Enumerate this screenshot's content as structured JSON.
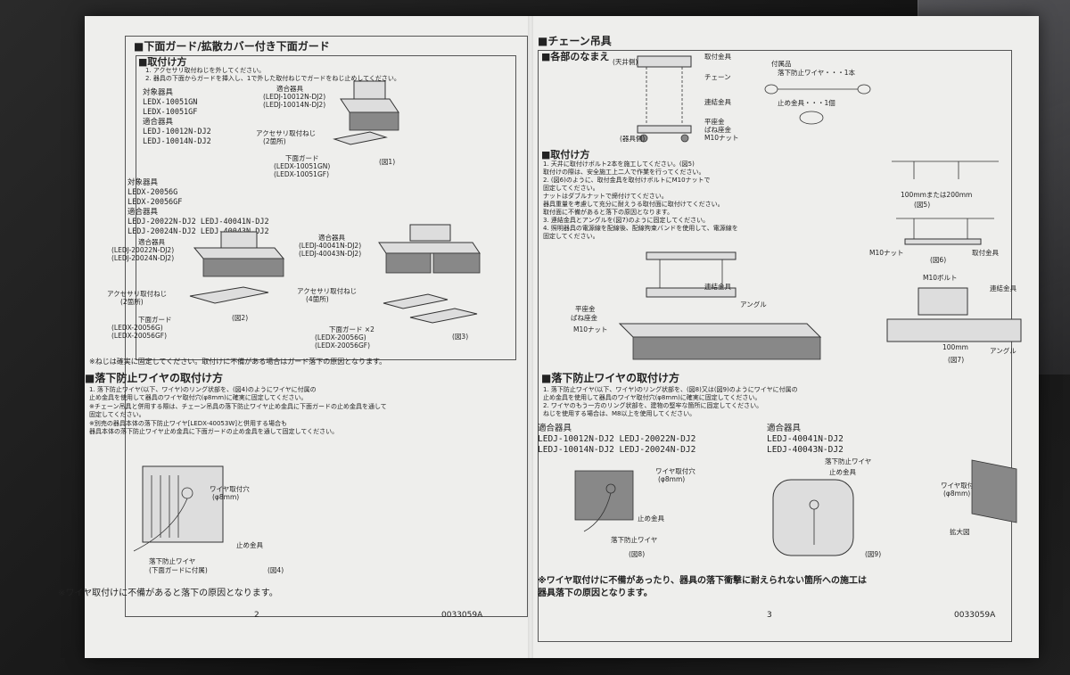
{
  "left": {
    "title": "■下面ガード/拡散カバー付き下面ガード",
    "install_heading": "■取付け方",
    "install_steps": [
      "1. アクセサリ取付ねじを外してください。",
      "2. 器具の下面からガードを挿入し、1で外した取付ねじでガードをねじ止めしてください。"
    ],
    "g1": {
      "target_label": "対象器具",
      "targets": [
        "LEDX-10051GN",
        "LEDX-10051GF"
      ],
      "compat_label": "適合器具",
      "compats": [
        "LEDJ-10012N-DJ2",
        "LEDJ-10014N-DJ2"
      ],
      "callout_compat": [
        "適合器具",
        "(LEDJ-10012N-DJ2)",
        "(LEDJ-10014N-DJ2)"
      ],
      "callout_screw": [
        "アクセサリ取付ねじ",
        "(2箇所)"
      ],
      "callout_guard": [
        "下面ガード",
        "(LEDX-10051GN)",
        "(LEDX-10051GF)"
      ],
      "fig": "(図1)"
    },
    "g2": {
      "target_label": "対象器具",
      "targets": [
        "LEDX-20056G",
        "LEDX-20056GF"
      ],
      "compat_label": "適合器具",
      "compats_row1": "LEDJ-20022N-DJ2  LEDJ-40041N-DJ2",
      "compats_row2": "LEDJ-20024N-DJ2  LEDJ-40043N-DJ2",
      "callout_compat_a": [
        "適合器具",
        "(LEDJ-20022N-DJ2)",
        "(LEDJ-20024N-DJ2)"
      ],
      "callout_compat_b": [
        "適合器具",
        "(LEDJ-40041N-DJ2)",
        "(LEDJ-40043N-DJ2)"
      ],
      "callout_screw_a": [
        "アクセサリ取付ねじ",
        "(2箇所)"
      ],
      "callout_screw_b": [
        "アクセサリ取付ねじ",
        "(4箇所)"
      ],
      "callout_guard_a": [
        "下面ガード",
        "(LEDX-20056G)",
        "(LEDX-20056GF)"
      ],
      "callout_guard_b": [
        "下面ガード  ×2",
        "(LEDX-20056G)",
        "(LEDX-20056GF)"
      ],
      "fig2": "(図2)",
      "fig3": "(図3)"
    },
    "warn1": "※ねじは確実に固定してください。取付けに不備がある場合はガード落下の原因となります。",
    "wire_title": "■落下防止ワイヤの取付け方",
    "wire_steps": [
      "1. 落下防止ワイヤ(以下、ワイヤ)のリング状部を、(図4)のようにワイヤに付属の",
      "   止め金具を使用して器具のワイヤ取付穴(φ8mm)に確実に固定してください。",
      "※チェーン吊具と併用する際は、チェーン吊具の落下防止ワイヤ止め金具に下面ガードの止め金具を通して",
      "   固定してください。",
      "※別売の器具本体の落下防止ワイヤ[LEDX-40053W]と併用する場合も",
      "   器具本体の落下防止ワイヤ止め金具に下面ガードの止め金具を通して固定してください。"
    ],
    "fig4": {
      "hole": [
        "ワイヤ取付穴",
        "(φ8mm)"
      ],
      "clip": "止め金具",
      "wire": [
        "落下防止ワイヤ",
        "(下面ガードに付属)"
      ],
      "fig": "(図4)"
    },
    "warn2": "※ワイヤ取付けに不備があると落下の原因となります。",
    "page_no": "2",
    "doc_no": "0033059A"
  },
  "right": {
    "title": "■チェーン吊具",
    "parts_heading": "■各部のなまえ",
    "parts_labels": {
      "ceiling": "(天井側)",
      "fixture": "(器具側)",
      "bracket": "取付金具",
      "chain": "チェーン",
      "connector": "連結金具",
      "washer": "平座金",
      "spring": "ばね座金",
      "nut": "M10ナット",
      "accessories": "付属品",
      "wire_acc": "落下防止ワイヤ・・・1本",
      "clip_acc": "止め金具・・・1個"
    },
    "install_heading": "■取付け方",
    "install_steps": [
      "1. 天井に取付けボルト2本を施工してください。(図5)",
      "   取付けの際は、安全施工上二人で作業を行ってください。",
      "2. (図6)のように、取付金具を取付けボルトにM10ナットで",
      "   固定してください。",
      "   ナットはダブルナットで締付けてください。",
      "   器具重量を考慮して充分に耐えうる取付面に取付けてください。",
      "   取付面に不備があると落下の原因となります。",
      "3. 連結金具とアングルを(図7)のように固定してください。",
      "4. 照明器具の電源線を配線後、配線拘束バンドを使用して、電源線を",
      "   固定してください。"
    ],
    "fig5": {
      "dim": "100mmまたは200mm",
      "fig": "(図5)"
    },
    "fig6": {
      "nut": "M10ナット",
      "bracket": "取付金具",
      "fig": "(図6)"
    },
    "mid_labels": {
      "connector": "連結金具",
      "washer": "平座金",
      "spring": "ばね座金",
      "nut": "M10ナット",
      "angle": "アングル"
    },
    "fig7": {
      "bolt": "M10ボルト",
      "connector": "連結金具",
      "dim": "100mm",
      "angle": "アングル",
      "fig": "(図7)"
    },
    "wire_title": "■落下防止ワイヤの取付け方",
    "wire_steps": [
      "1. 落下防止ワイヤ(以下、ワイヤ)のリング状部を、(図8)又は(図9)のようにワイヤに付属の",
      "   止め金具を使用して器具のワイヤ取付穴(φ8mm)に確実に固定してください。",
      "2. ワイヤのもう一方のリング状部を、建物の堅牢な箇所に固定してください。",
      "   ねじを使用する場合は、M8以上を使用してください。"
    ],
    "compat_label": "適合器具",
    "compat_rows": [
      "LEDJ-10012N-DJ2  LEDJ-20022N-DJ2",
      "LEDJ-10014N-DJ2  LEDJ-20024N-DJ2"
    ],
    "compat_label2": "適合器具",
    "compat_rows2": [
      "LEDJ-40041N-DJ2",
      "LEDJ-40043N-DJ2"
    ],
    "fig8": {
      "hole": [
        "ワイヤ取付穴",
        "(φ8mm)"
      ],
      "clip": "止め金具",
      "wire": "落下防止ワイヤ",
      "fig": "(図8)"
    },
    "fig9": {
      "wire": "落下防止ワイヤ",
      "clip": "止め金具",
      "hole": [
        "ワイヤ取付穴",
        "(φ8mm)"
      ],
      "zoom": "拡大図",
      "fig": "(図9)"
    },
    "warn": [
      "※ワイヤ取付けに不備があったり、器具の落下衝撃に耐えられない箇所への施工は",
      "   器具落下の原因となります。"
    ],
    "page_no": "3",
    "doc_no": "0033059A"
  }
}
